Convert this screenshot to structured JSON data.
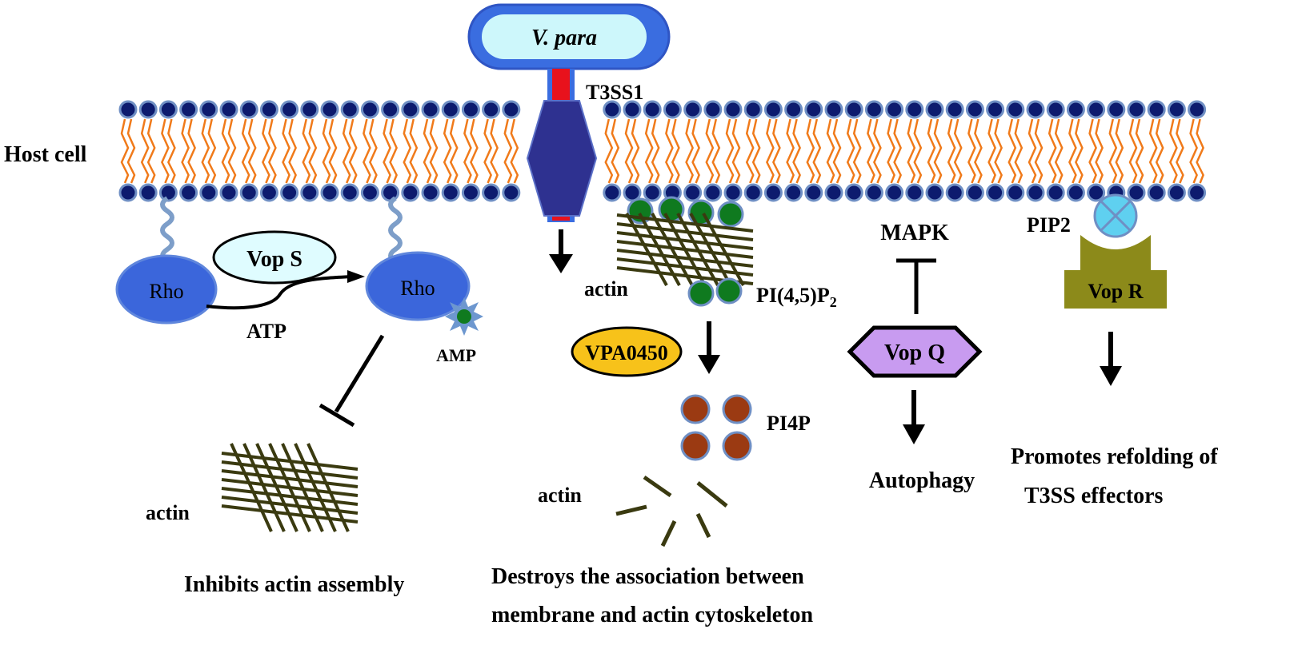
{
  "labels": {
    "host_cell": "Host cell",
    "bacterium": "V. para",
    "t3ss": "T3SS1",
    "rho_left": "Rho",
    "rho_right": "Rho",
    "vops": "Vop S",
    "atp": "ATP",
    "amp": "AMP",
    "actin_left": "actin",
    "inhibits": "Inhibits actin assembly",
    "actin_mid": "actin",
    "pip2_main": "PI(4,5)P",
    "pip2_sub": "2",
    "vpa0450": "VPA0450",
    "pi4p": "PI4P",
    "actin_bottom": "actin",
    "destroys_1": "Destroys the association between",
    "destroys_2": "membrane and actin cytoskeleton",
    "mapk": "MAPK",
    "vopq": "Vop Q",
    "autophagy": "Autophagy",
    "pip2": "PIP2",
    "vopr": "Vop R",
    "promotes_1": "Promotes refolding of",
    "promotes_2": "T3SS effectors"
  },
  "colors": {
    "bilayer_head": "#0d1b6e",
    "bilayer_head_ring": "#6f8fc4",
    "lipid_tail": "#f07a1a",
    "bacterium_outer": "#3a6de0",
    "bacterium_inner": "#cdf7fb",
    "channel": "#2e3190",
    "needle": "#e8121c",
    "rho": "#3b66db",
    "vops_fill": "#dffcff",
    "amp_star": "#6d97cf",
    "green_head": "#0f7a1f",
    "brown_head": "#9b3a12",
    "actin": "#3a3a10",
    "vpa0450": "#f7c21a",
    "vopq": "#c89bf0",
    "vopr": "#8c8a1a",
    "pip2_circle": "#5fd0f0"
  }
}
